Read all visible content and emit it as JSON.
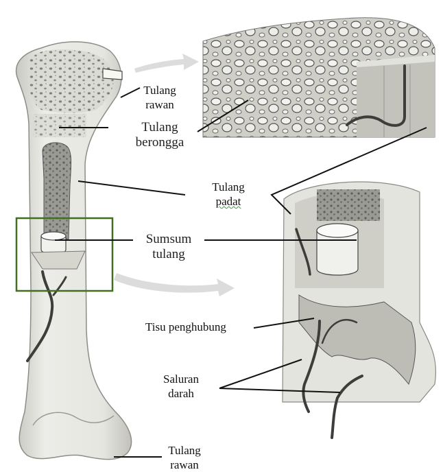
{
  "labels": {
    "tulang_rawan_top": [
      "Tulang",
      "rawan"
    ],
    "tulang_berongga": [
      "Tulang",
      "berongga"
    ],
    "tulang_padat": [
      "Tulang",
      "padat"
    ],
    "sumsum_tulang": [
      "Sumsum",
      "tulang"
    ],
    "tisu_penghubung": "Tisu penghubung",
    "saluran_darah": [
      "Saluran",
      "darah"
    ],
    "tulang_rawan_bottom": [
      "Tulang",
      "rawan"
    ]
  },
  "colors": {
    "bone_fill": "#e9e9e4",
    "bone_shade": "#bdbdb6",
    "spongy_dark": "#6f6f6a",
    "leader_line": "#111111",
    "highlight_box": "#3f6f1f",
    "arrow": "#d9d9d9"
  }
}
